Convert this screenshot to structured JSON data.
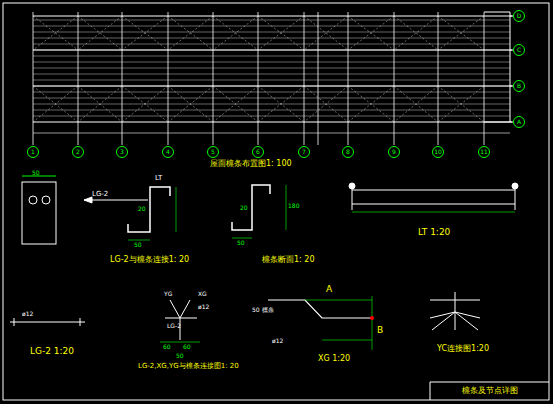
{
  "diagram": {
    "nodes": [
      {
        "text": [
          "1"
        ]
      },
      {
        "text": [
          "2"
        ]
      },
      {
        "text": [
          "3"
        ]
      },
      {
        "text": [
          "4"
        ]
      },
      {
        "text": [
          "5"
        ]
      },
      {
        "text": [
          "6"
        ]
      },
      {
        "text": [
          "7"
        ]
      },
      {
        "text": [
          "8"
        ]
      },
      {
        "text": [
          "9"
        ]
      },
      {
        "text": [
          "10"
        ]
      },
      {
        "text": [
          "11"
        ]
      },
      {
        "text": [
          "D"
        ]
      },
      {
        "text": [
          "C"
        ]
      },
      {
        "text": [
          "B"
        ]
      },
      {
        "text": [
          "A"
        ]
      }
    ],
    "labels": [
      "屋面檩条布置图1: 100",
      "50",
      "LT",
      "LG-2",
      "20",
      "50",
      "LG-2与檩条连接1: 20",
      "20",
      "180",
      "50",
      "檩条断面1: 20",
      "LT 1:20",
      "ø12",
      "LG-2 1:20",
      "YG",
      "XG",
      "ø12",
      "LG-2",
      "60",
      "60",
      "50",
      "LG-2,XG,YG与檩条连接图1: 20",
      "A",
      "50 檩条",
      "ø12",
      "B",
      "XG 1:20",
      "YC连接图1:20",
      "檩条及节点详图"
    ]
  }
}
